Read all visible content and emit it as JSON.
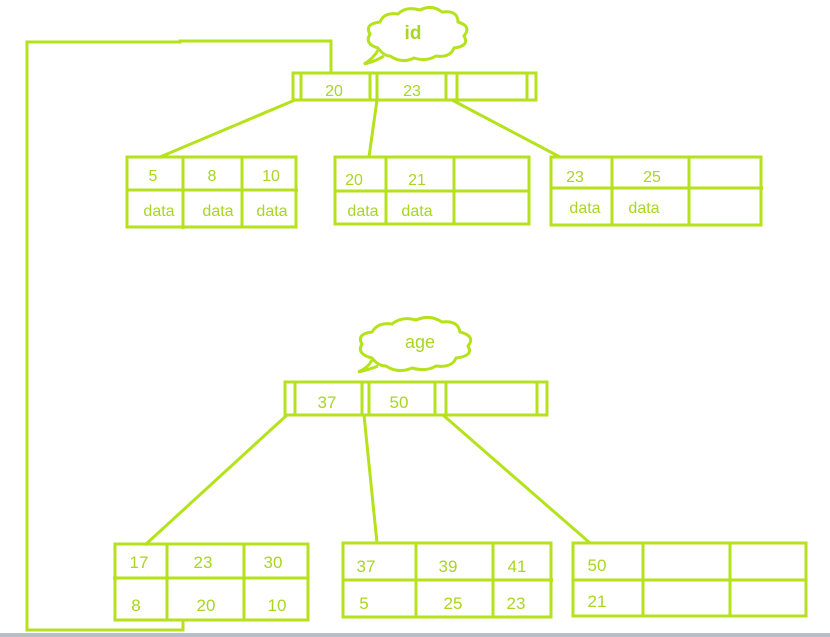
{
  "colors": {
    "stroke": "#b5e21c",
    "text": "#a8d622"
  },
  "id_index": {
    "label": "id",
    "root_keys": [
      "20",
      "23",
      ""
    ],
    "leaves": [
      {
        "keys": [
          "5",
          "8",
          "10"
        ],
        "values": [
          "data",
          "data",
          "data"
        ]
      },
      {
        "keys": [
          "20",
          "21",
          ""
        ],
        "values": [
          "data",
          "data",
          ""
        ]
      },
      {
        "keys": [
          "23",
          "25",
          ""
        ],
        "values": [
          "data",
          "data",
          ""
        ]
      }
    ]
  },
  "age_index": {
    "label": "age",
    "root_keys": [
      "37",
      "50",
      ""
    ],
    "leaves": [
      {
        "keys": [
          "17",
          "23",
          "30"
        ],
        "values": [
          "8",
          "20",
          "10"
        ]
      },
      {
        "keys": [
          "37",
          "39",
          "41"
        ],
        "values": [
          "5",
          "25",
          "23"
        ]
      },
      {
        "keys": [
          "50",
          "",
          ""
        ],
        "values": [
          "21",
          "",
          ""
        ]
      }
    ]
  }
}
